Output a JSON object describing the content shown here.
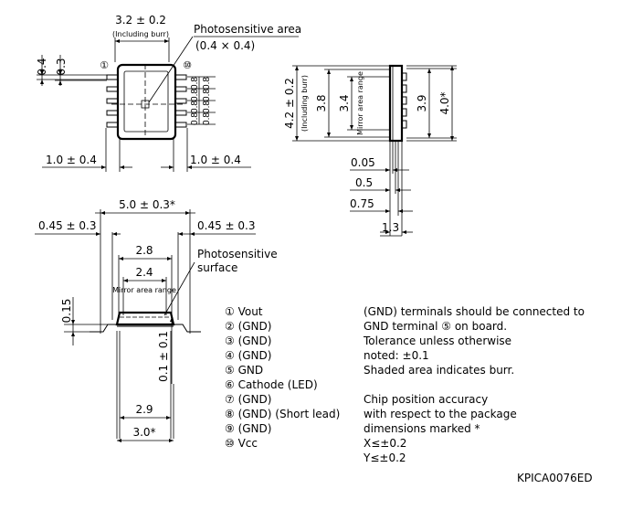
{
  "top_view": {
    "width_dim": "3.2 ± 0.2",
    "width_note": "(Including burr)",
    "photosensitive_label": "Photosensitive area",
    "photosensitive_size": "(0.4 × 0.4)",
    "dim_04": "0.4",
    "dim_03": "0.3",
    "pin_1": "①",
    "pin_10": "⑩",
    "pitch": [
      "0.8",
      "0.8",
      "0.8",
      "0.8",
      "0.8",
      "0.8",
      "0.8",
      "0.8"
    ],
    "left_dim": "1.0 ± 0.4",
    "right_dim": "1.0 ± 0.4"
  },
  "side_view": {
    "height_dim": "4.2 ± 0.2",
    "height_note": "(Including burr)",
    "dim_38": "3.8",
    "dim_34": "3.4",
    "mirror_label": "Mirror area range",
    "dim_39": "3.9",
    "dim_40": "4.0*",
    "dim_005": "0.05",
    "dim_05": "0.5",
    "dim_075": "0.75",
    "dim_13": "1.3"
  },
  "front_view": {
    "width_dim": "5.0 ± 0.3*",
    "left_dim": "0.45 ± 0.3",
    "right_dim": "0.45 ± 0.3",
    "dim_28": "2.8",
    "dim_24": "2.4",
    "mirror_label": "Mirror area range",
    "surface_label_1": "Photosensitive",
    "surface_label_2": "surface",
    "dim_015": "0.15",
    "dim_01": "0.1 ± 0.1",
    "dim_29": "2.9",
    "dim_30": "3.0*"
  },
  "pin_list": [
    "① Vout",
    "② (GND)",
    "③ (GND)",
    "④ (GND)",
    "⑤ GND",
    "⑥ Cathode (LED)",
    "⑦ (GND)",
    "⑧ (GND) (Short lead)",
    "⑨ (GND)",
    "⑩ Vcc"
  ],
  "notes": [
    "(GND) terminals should be connected to",
    "GND terminal ⑤ on board.",
    "Tolerance unless otherwise",
    "noted: ±0.1",
    "Shaded area indicates burr.",
    "",
    "Chip position accuracy",
    "with respect to the package",
    "dimensions marked *",
    "X≤±0.2",
    "Y≤±0.2"
  ],
  "doc_id": "KPICA0076ED"
}
